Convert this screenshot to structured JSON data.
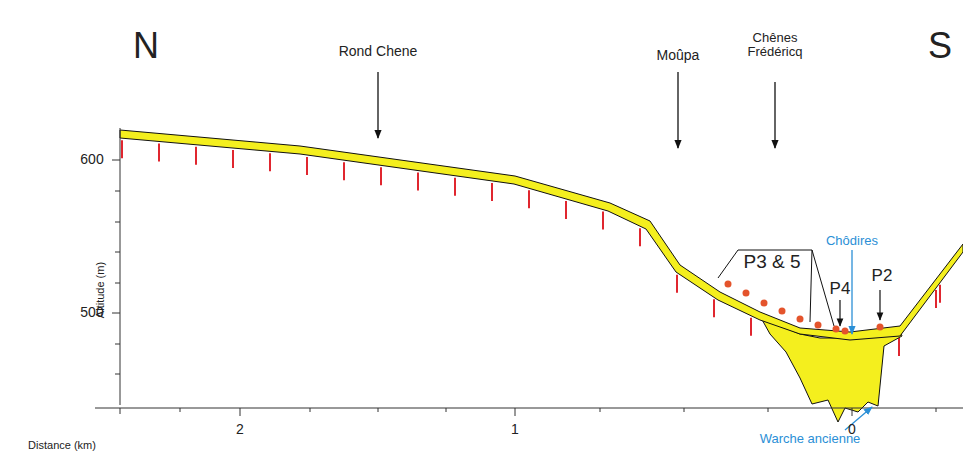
{
  "diagram": {
    "labels": [
      "N",
      "S",
      "Rond Chene",
      "Moûpa",
      "Chênes Frédéricq",
      "Altitude (m)",
      "600",
      "500",
      "Distance (km)",
      "2",
      "1",
      "0",
      "P3 & 5",
      "P4",
      "P2",
      "Chôdires",
      "Warche ancienne"
    ]
  }
}
